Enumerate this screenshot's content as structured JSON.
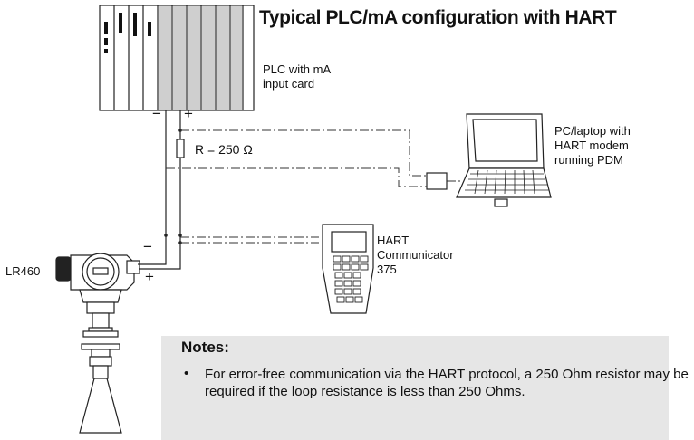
{
  "title": "Typical PLC/mA configuration with HART",
  "labels": {
    "plc": [
      "PLC with mA",
      "input card"
    ],
    "resistor": "R = 250 Ω",
    "pc": [
      "PC/laptop with",
      "HART modem",
      "running PDM"
    ],
    "hart": [
      "HART",
      "Communicator",
      "375"
    ],
    "device": "LR460",
    "minus_top": "−",
    "plus_top": "+",
    "minus_device": "−",
    "plus_device": "+"
  },
  "notes": {
    "heading": "Notes:",
    "bullet": "•",
    "items": [
      "For error-free communication via the HART protocol, a 250 Ohm resistor may be required if the loop resistance is less than 250 Ohms."
    ]
  }
}
